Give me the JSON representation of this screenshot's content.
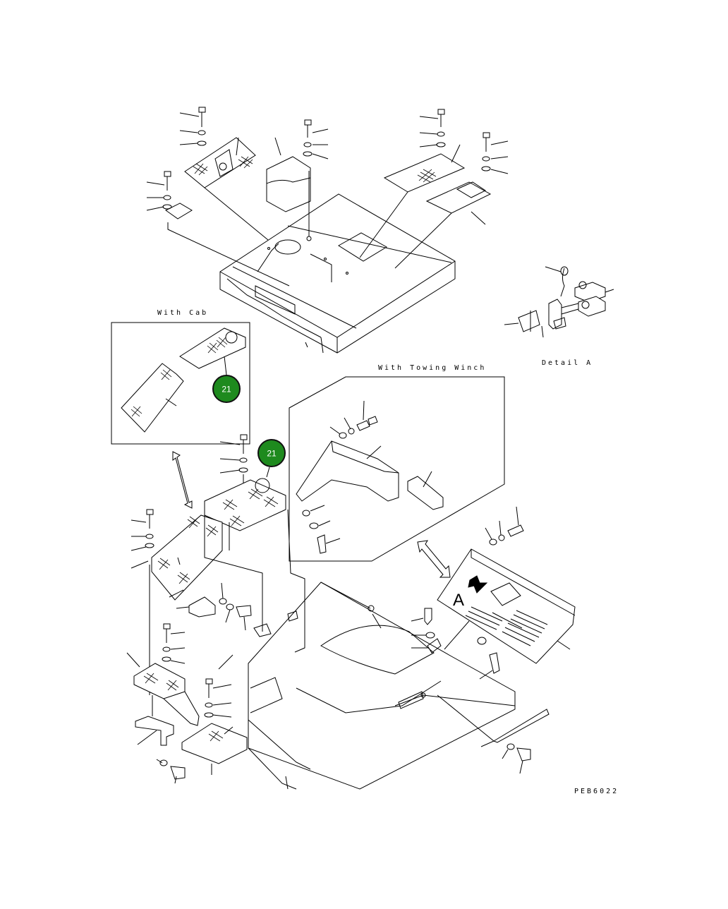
{
  "labels": {
    "with_cab": "With Cab",
    "with_towing_winch": "With Towing Winch",
    "detail_a": "Detail A",
    "detail_marker": "A",
    "drawing_code": "PEB6022"
  },
  "callouts": [
    {
      "number": "21"
    },
    {
      "number": "21"
    }
  ],
  "colors": {
    "callout_fill": "#1e8a1e",
    "callout_ring": "#111111",
    "line": "#000000",
    "background": "#ffffff"
  }
}
